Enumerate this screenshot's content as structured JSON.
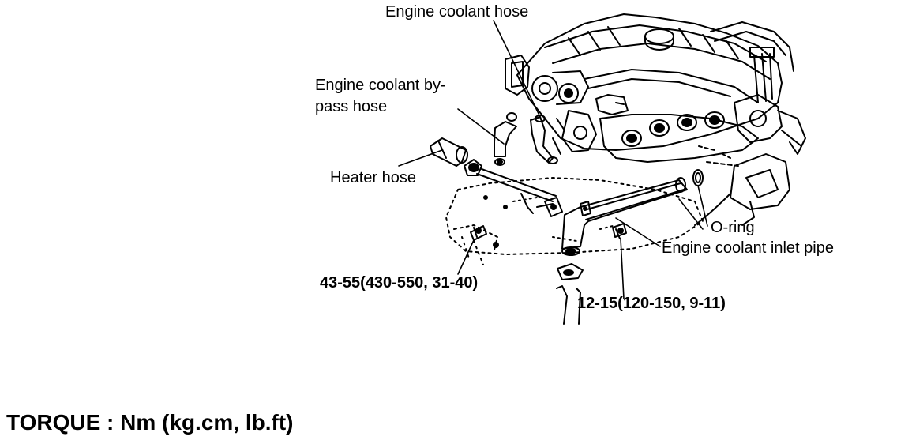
{
  "labels": {
    "engine_coolant_hose": "Engine coolant hose",
    "bypass_hose_line1": "Engine coolant by-",
    "bypass_hose_line2": "pass  hose",
    "heater_hose": "Heater  hose",
    "o_ring": "O-ring",
    "inlet_pipe": "Engine coolant inlet pipe",
    "torque_bolt_left": "43-55(430-550,  31-40)",
    "torque_bolt_right": "12-15(120-150,  9-11)"
  },
  "legend": {
    "torque_units": "TORQUE : Nm (kg.cm, lb.ft)"
  }
}
